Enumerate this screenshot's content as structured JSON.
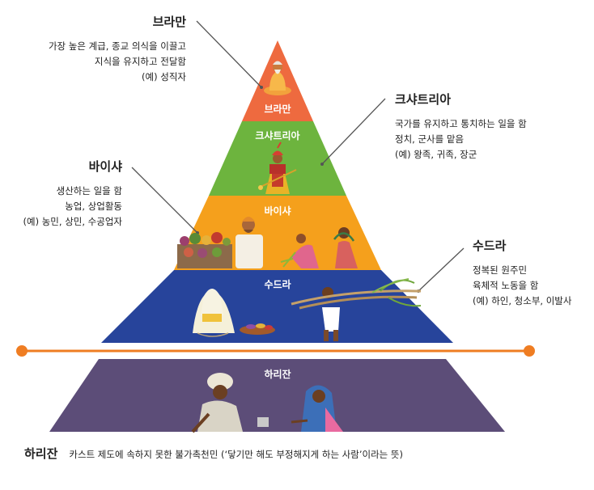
{
  "diagram": {
    "tiers": [
      {
        "id": "brahmin",
        "band_label": "브라만",
        "title": "브라만",
        "lines": [
          "가장 높은 계급, 종교 의식을 이끌고",
          "지식을 유지하고 전달함",
          "(예) 성직자"
        ]
      },
      {
        "id": "kshatriya",
        "band_label": "크샤트리아",
        "title": "크샤트리아",
        "lines": [
          "국가를 유지하고 통치하는 일을 함",
          "정치, 군사를 맡음",
          "(예) 왕족, 귀족, 장군"
        ]
      },
      {
        "id": "vaishya",
        "band_label": "바이샤",
        "title": "바이샤",
        "lines": [
          "생산하는 일을 함",
          "농업, 상업활동",
          "(예) 농민, 상민, 수공업자"
        ]
      },
      {
        "id": "shudra",
        "band_label": "수드라",
        "title": "수드라",
        "lines": [
          "정복된 원주민",
          "육체적 노동을 함",
          "(예) 하인, 청소부, 이발사"
        ]
      }
    ],
    "harijan": {
      "band_label": "하리잔",
      "footer_title": "하리잔",
      "footer_text": "카스트 제도에 속하지 못한 불가촉천민 (‘닿기만 해도 부정해지게 하는 사람’이라는 뜻)"
    },
    "colors": {
      "brahmin": "#ee6a3f",
      "kshatriya": "#6db43e",
      "vaishya": "#f5a01c",
      "shudra": "#27449b",
      "harijan": "#5c4d78",
      "divider": "#ef7d22",
      "leader": "#555555",
      "band_text": "#ffffff"
    },
    "icons": [
      "seated-priest-icon",
      "king-icon",
      "merchant-fruit-icon",
      "farmer-icon",
      "woman-cooking-icon",
      "laborer-icon",
      "outcast-people-icon"
    ]
  }
}
